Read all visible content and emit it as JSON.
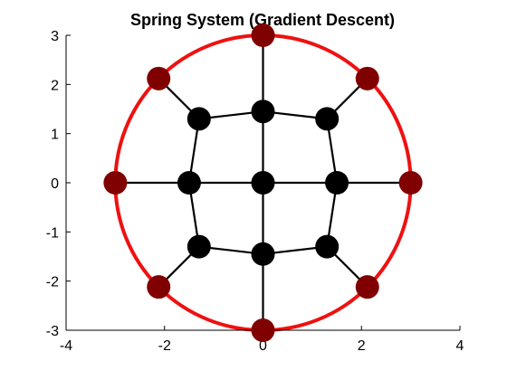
{
  "chart_data": {
    "type": "scatter",
    "title": "Spring System (Gradient Descent)",
    "xlabel": "",
    "ylabel": "",
    "xlim": [
      -4,
      4
    ],
    "ylim": [
      -3,
      3
    ],
    "xticks": [
      -4,
      -2,
      0,
      2,
      4
    ],
    "yticks": [
      -3,
      -2,
      -1,
      0,
      1,
      2,
      3
    ],
    "grid": false,
    "circle": {
      "center": [
        0,
        0
      ],
      "radius": 3,
      "color": "#ee1111"
    },
    "fixed_nodes": {
      "color": "#800000",
      "points": [
        [
          0,
          3
        ],
        [
          2.12,
          2.12
        ],
        [
          3,
          0
        ],
        [
          2.12,
          -2.12
        ],
        [
          0,
          -3
        ],
        [
          -2.12,
          -2.12
        ],
        [
          -3,
          0
        ],
        [
          -2.12,
          2.12
        ]
      ]
    },
    "free_nodes": {
      "color": "#000000",
      "points": [
        [
          0,
          0
        ],
        [
          0,
          1.45
        ],
        [
          1.5,
          0
        ],
        [
          0,
          -1.45
        ],
        [
          -1.5,
          0
        ],
        [
          1.3,
          1.3
        ],
        [
          1.3,
          -1.3
        ],
        [
          -1.3,
          -1.3
        ],
        [
          -1.3,
          1.3
        ]
      ]
    },
    "springs": [
      [
        [
          0,
          0
        ],
        [
          0,
          1.45
        ]
      ],
      [
        [
          0,
          0
        ],
        [
          1.5,
          0
        ]
      ],
      [
        [
          0,
          0
        ],
        [
          0,
          -1.45
        ]
      ],
      [
        [
          0,
          0
        ],
        [
          -1.5,
          0
        ]
      ],
      [
        [
          0,
          1.45
        ],
        [
          0,
          3
        ]
      ],
      [
        [
          1.5,
          0
        ],
        [
          3,
          0
        ]
      ],
      [
        [
          0,
          -1.45
        ],
        [
          0,
          -3
        ]
      ],
      [
        [
          -1.5,
          0
        ],
        [
          -3,
          0
        ]
      ],
      [
        [
          1.3,
          1.3
        ],
        [
          2.12,
          2.12
        ]
      ],
      [
        [
          1.3,
          -1.3
        ],
        [
          2.12,
          -2.12
        ]
      ],
      [
        [
          -1.3,
          -1.3
        ],
        [
          -2.12,
          -2.12
        ]
      ],
      [
        [
          -1.3,
          1.3
        ],
        [
          -2.12,
          2.12
        ]
      ],
      [
        [
          0,
          1.45
        ],
        [
          1.3,
          1.3
        ]
      ],
      [
        [
          1.3,
          1.3
        ],
        [
          1.5,
          0
        ]
      ],
      [
        [
          1.5,
          0
        ],
        [
          1.3,
          -1.3
        ]
      ],
      [
        [
          1.3,
          -1.3
        ],
        [
          0,
          -1.45
        ]
      ],
      [
        [
          0,
          -1.45
        ],
        [
          -1.3,
          -1.3
        ]
      ],
      [
        [
          -1.3,
          -1.3
        ],
        [
          -1.5,
          0
        ]
      ],
      [
        [
          -1.5,
          0
        ],
        [
          -1.3,
          1.3
        ]
      ],
      [
        [
          -1.3,
          1.3
        ],
        [
          0,
          1.45
        ]
      ]
    ]
  }
}
